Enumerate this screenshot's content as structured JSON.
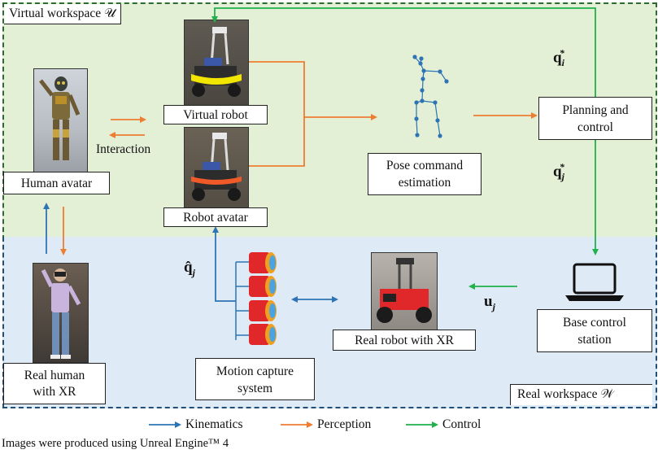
{
  "virtual_workspace": {
    "label": "Virtual workspace 𝒰"
  },
  "real_workspace": {
    "label": "Real workspace 𝒲"
  },
  "nodes": {
    "virtual_robot": "Virtual robot",
    "robot_avatar": "Robot avatar",
    "human_avatar": "Human avatar",
    "interaction": "Interaction",
    "pose_command_line1": "Pose command",
    "pose_command_line2": "estimation",
    "planning_line1": "Planning and",
    "planning_line2": "control",
    "real_human_line1": "Real human",
    "real_human_line2": "with XR",
    "motion_capture_line1": "Motion capture",
    "motion_capture_line2": "system",
    "real_robot": "Real robot with XR",
    "base_control_line1": "Base control",
    "base_control_line2": "station"
  },
  "math": {
    "q_i_base": "q",
    "q_i_sub": "i",
    "q_i_sup": "*",
    "q_j_base": "q",
    "q_j_sub": "j",
    "q_j_sup": "*",
    "qhat_j_base": "q̂",
    "qhat_j_sub": "j",
    "u_j_base": "u",
    "u_j_sub": "j"
  },
  "legend": {
    "items": [
      {
        "label": "Kinematics",
        "color": "#2e74b5"
      },
      {
        "label": "Perception",
        "color": "#ed7d31"
      },
      {
        "label": "Control",
        "color": "#21b04b"
      }
    ]
  },
  "footnote": "Images were produced using Unreal Engine™ 4",
  "colors": {
    "virtual_bg": "#e3f0d6",
    "real_bg": "#deebf7",
    "virtual_border": "#2e6b32",
    "real_border": "#1f4e79",
    "kinematics": "#2e74b5",
    "perception": "#ed7d31",
    "control": "#21b04b"
  }
}
